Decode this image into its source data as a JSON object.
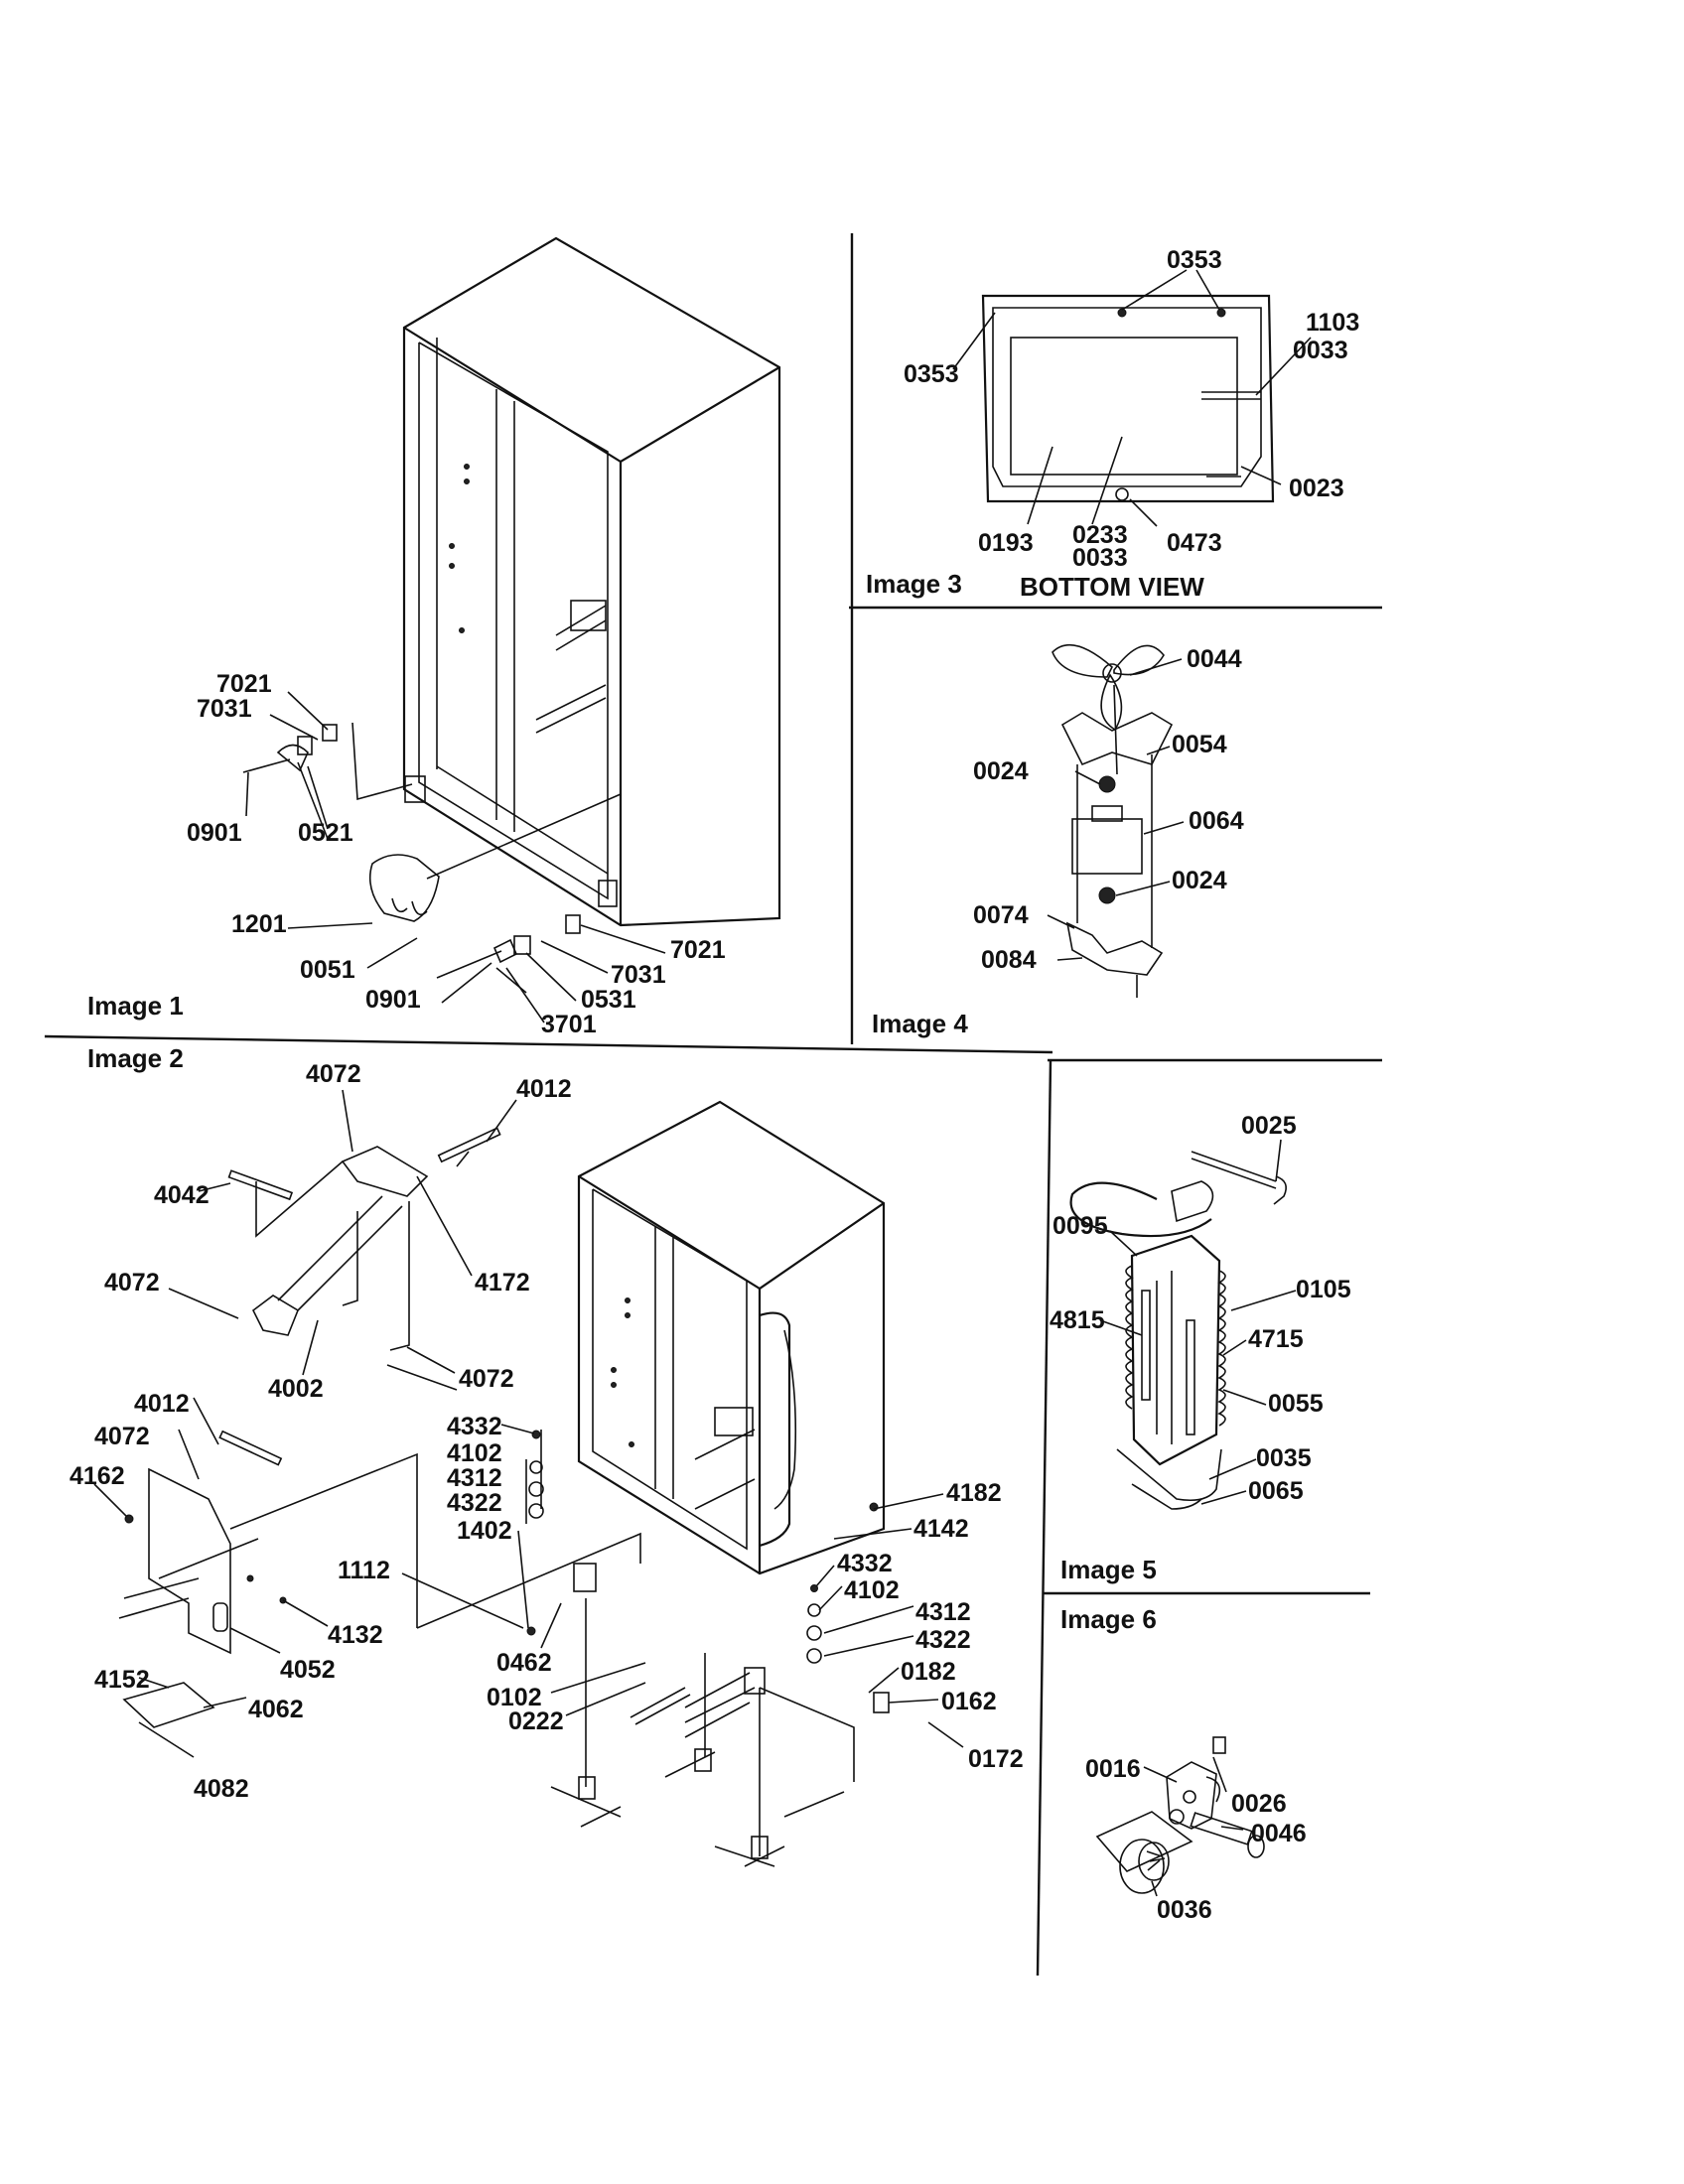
{
  "panels": {
    "image1": {
      "caption": "Image 1",
      "labels": [
        "7021",
        "7031",
        "0901",
        "0521",
        "1201",
        "0051",
        "0901",
        "3701",
        "0531",
        "7031",
        "7021"
      ]
    },
    "image2": {
      "caption": "Image 2",
      "labels": [
        "4072",
        "4012",
        "4042",
        "4172",
        "4072",
        "4002",
        "4072",
        "4012",
        "4072",
        "4162",
        "4332",
        "4102",
        "4312",
        "4322",
        "1402",
        "1112",
        "4132",
        "4052",
        "4152",
        "4062",
        "4082",
        "0462",
        "0102",
        "0222",
        "4182",
        "4142",
        "4332",
        "4102",
        "4312",
        "4322",
        "0182",
        "0162",
        "0172"
      ]
    },
    "image3": {
      "caption": "Image 3",
      "subtitle": "BOTTOM VIEW",
      "labels": [
        "0353",
        "1103",
        "0033",
        "0353",
        "0023",
        "0193",
        "0233",
        "0033",
        "0473"
      ]
    },
    "image4": {
      "caption": "Image 4",
      "labels": [
        "0044",
        "0054",
        "0024",
        "0064",
        "0024",
        "0074",
        "0084"
      ]
    },
    "image5": {
      "caption": "Image 5",
      "labels": [
        "0025",
        "0095",
        "0105",
        "4815",
        "4715",
        "0055",
        "0035",
        "0065"
      ]
    },
    "image6": {
      "caption": "Image 6",
      "labels": [
        "0016",
        "0026",
        "0046",
        "0036"
      ]
    }
  }
}
